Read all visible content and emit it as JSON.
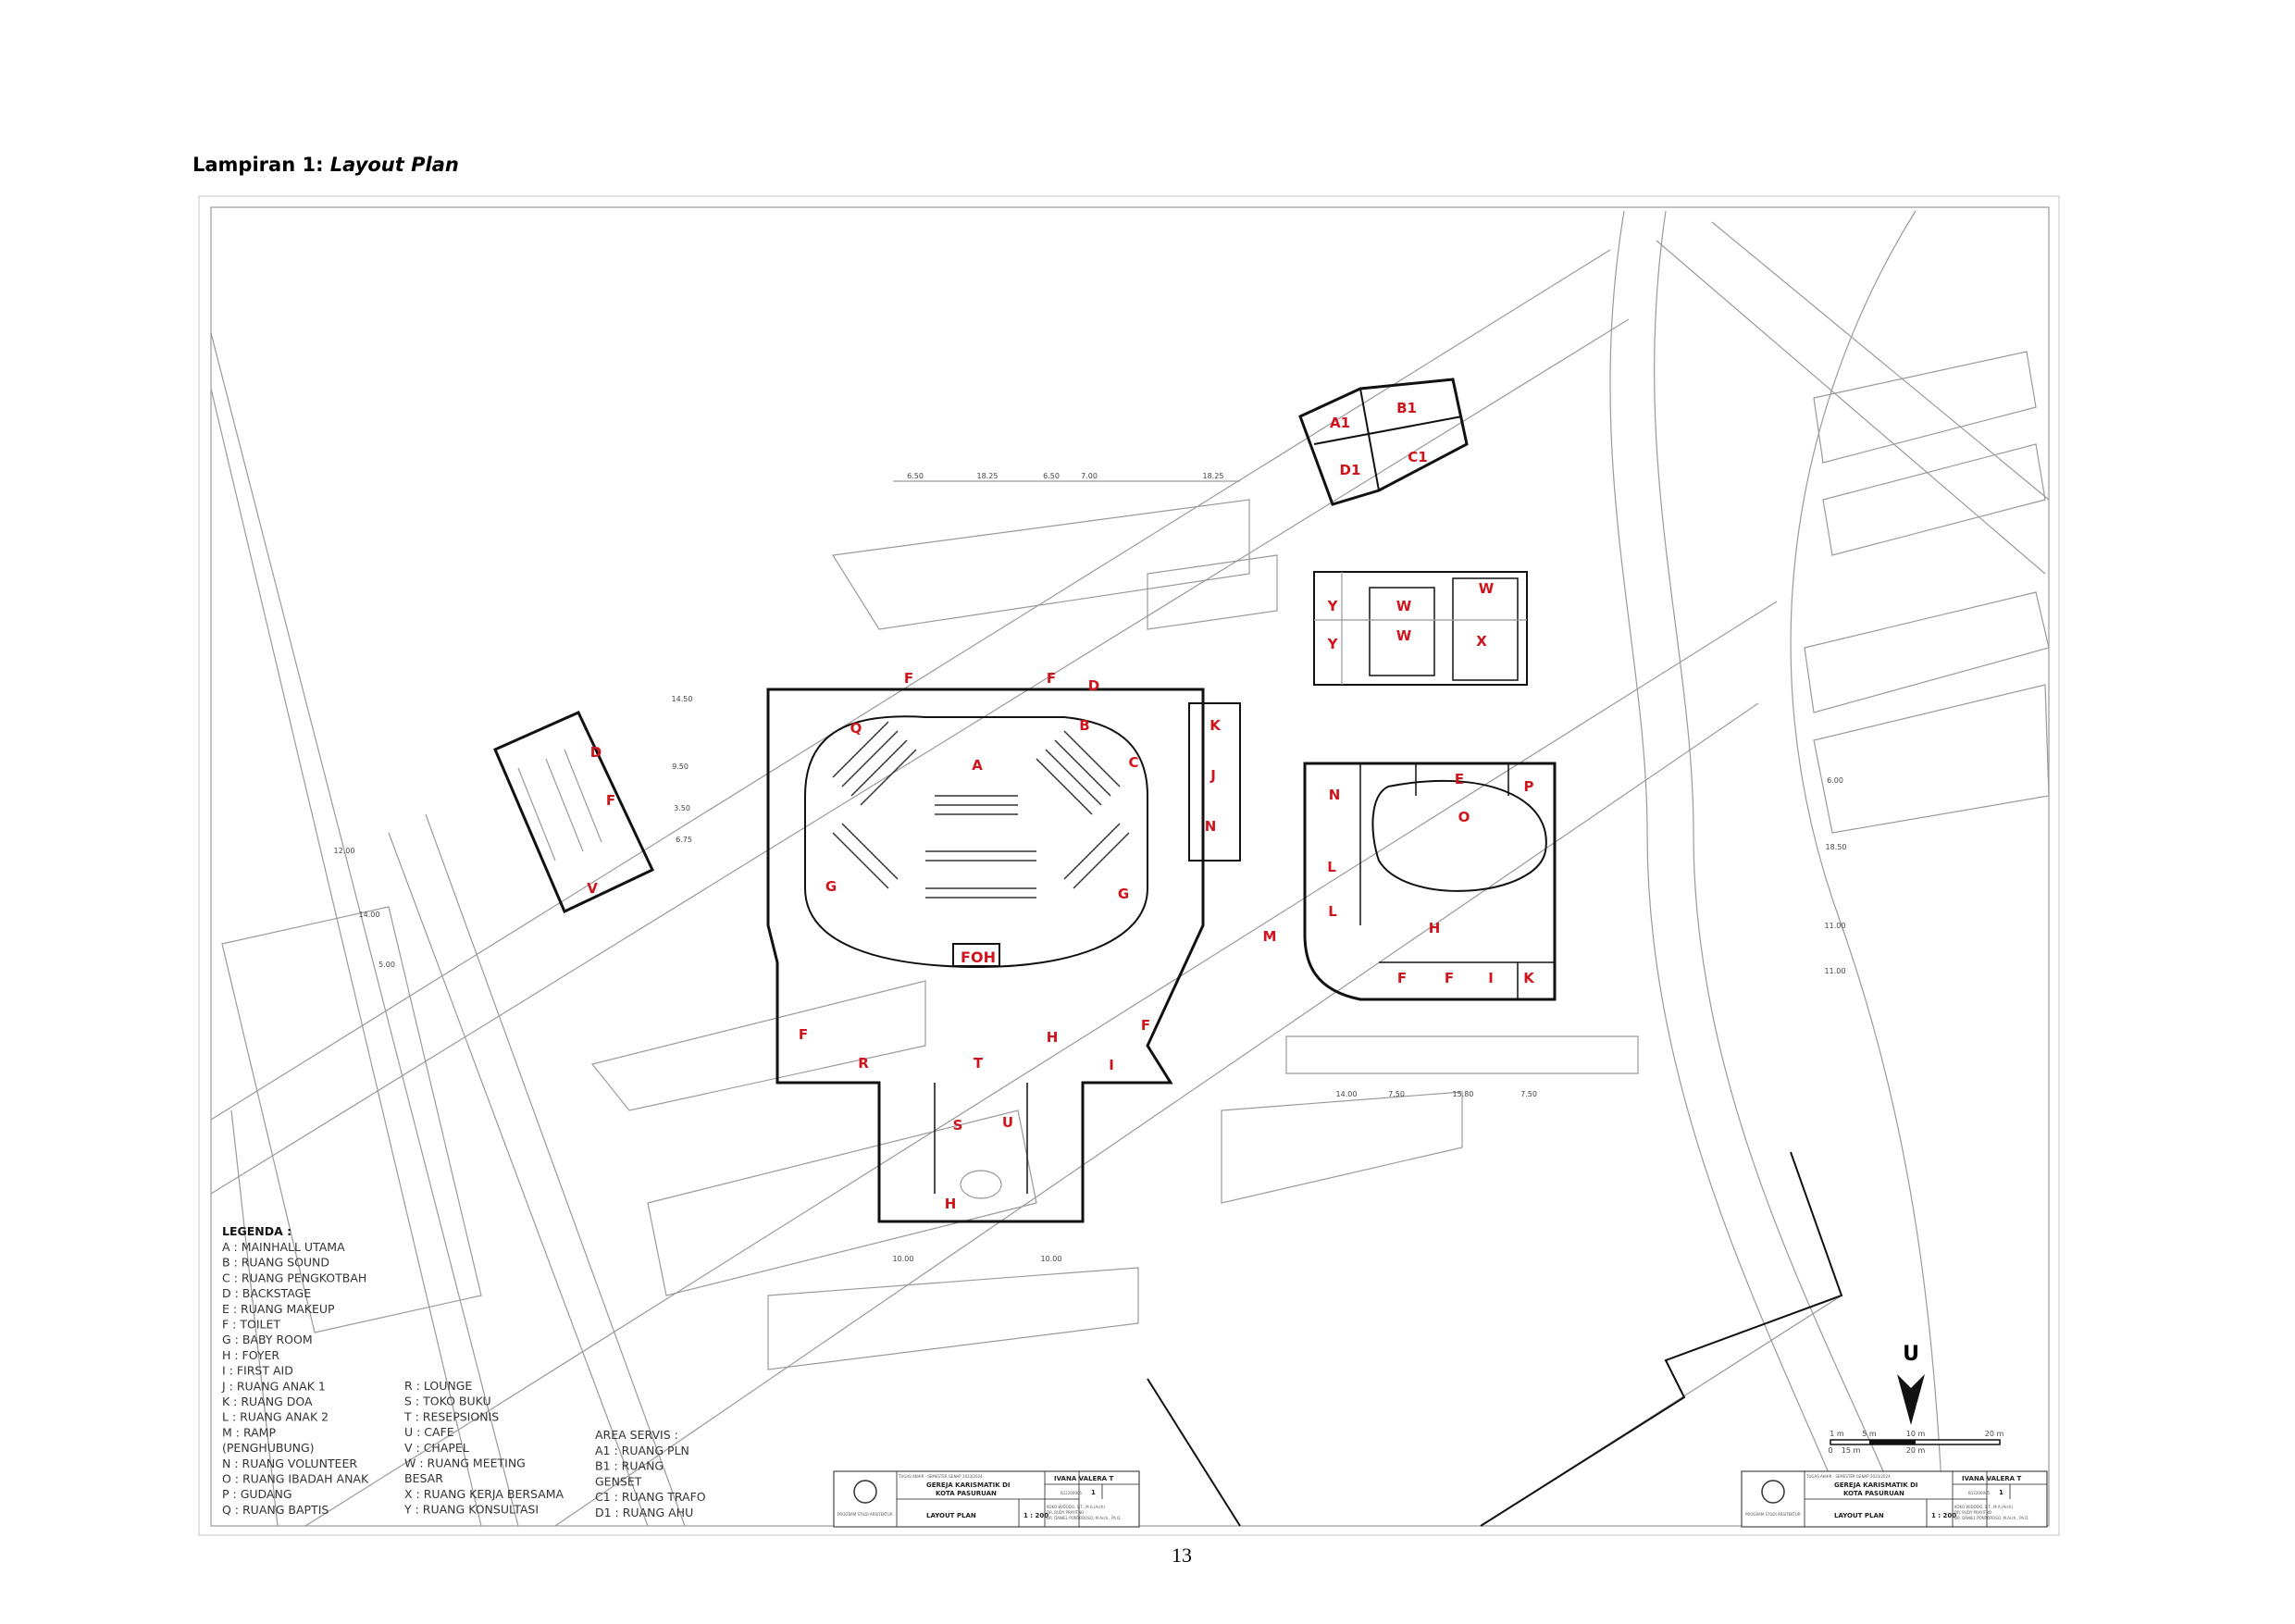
{
  "caption": {
    "prefix": "Lampiran 1: ",
    "italic": "Layout Plan"
  },
  "page_number": "13",
  "north": {
    "label": "U"
  },
  "scale_bar": {
    "labels": [
      "1 m",
      "5 m",
      "10 m",
      "20 m",
      "0",
      "15 m",
      "20 m"
    ]
  },
  "rooms": {
    "service": [
      "A1",
      "B1",
      "C1",
      "D1"
    ],
    "main": {
      "Q": "Q",
      "A": "A",
      "B": "B",
      "C": "C",
      "D": "D",
      "F1": "F",
      "F2": "F",
      "K": "K",
      "J": "J",
      "N": "N",
      "G1": "G",
      "G2": "G",
      "FOH": "FOH",
      "H1": "H",
      "F3": "F",
      "F4": "F",
      "R": "R",
      "I": "I",
      "T": "T",
      "S": "S",
      "U": "U",
      "H2": "H",
      "M": "M"
    },
    "east": {
      "N": "N",
      "E": "E",
      "P": "P",
      "O": "O",
      "L1": "L",
      "L2": "L",
      "H": "H",
      "F1": "F",
      "F2": "F",
      "I": "I",
      "K": "K"
    },
    "office": {
      "W1": "W",
      "W2": "W",
      "W3": "W",
      "X": "X",
      "Y1": "Y",
      "Y2": "Y"
    },
    "chapel": {
      "D": "D",
      "F": "F",
      "V": "V"
    }
  },
  "dimensions": {
    "top": [
      "6.50",
      "18.25",
      "6.50",
      "7.00",
      "18.25"
    ],
    "right": [
      "6.00",
      "18.50",
      "11.00",
      "11.00"
    ],
    "bottom_east": [
      "14.00",
      "7.50",
      "15.80",
      "7.50"
    ],
    "bottom_main": [
      "10.00",
      "10.00"
    ],
    "left_site": [
      "12.00",
      "14.00",
      "5.00"
    ],
    "left_main": [
      "14.50",
      "9.50",
      "3.50",
      "6.75"
    ]
  },
  "legend": {
    "title": "LEGENDA :",
    "col1": [
      "A : MAINHALL UTAMA",
      "B : RUANG SOUND",
      "C : RUANG PENGKOTBAH",
      "D : BACKSTAGE",
      "E : RUANG MAKEUP",
      "F : TOILET",
      "G : BABY ROOM",
      "H : FOYER",
      "I : FIRST AID",
      "J : RUANG ANAK 1",
      "K : RUANG DOA",
      "L : RUANG ANAK 2",
      "M :                RAMP",
      "(PENGHUBUNG)",
      "N : RUANG VOLUNTEER",
      "O : RUANG IBADAH ANAK",
      "P : GUDANG",
      "Q : RUANG BAPTIS"
    ],
    "col2": [
      "R : LOUNGE",
      "S : TOKO BUKU",
      "T : RESEPSIONIS",
      "U : CAFE",
      "V : CHAPEL",
      "W :      RUANG      MEETING",
      "BESAR",
      "X : RUANG KERJA BERSAMA",
      "Y : RUANG KONSULTASI"
    ],
    "col3_title": "AREA SERVIS :",
    "col3": [
      "A1 : RUANG PLN",
      "B1 :          RUANG",
      "GENSET",
      "C1 : RUANG TRAFO",
      "D1 : RUANG AHU"
    ]
  },
  "title_block": {
    "course": "TUGAS AKHIR - SEMESTER GENAP 2023/2024",
    "project": [
      "GEREJA KARISMATIK DI",
      "KOTA PASURUAN"
    ],
    "drawing": "LAYOUT PLAN",
    "scale": "1 : 200",
    "student": "IVANA VALERA T",
    "student_id": "B12200005",
    "sheet": "1",
    "program": "PROGRAM STUDI ARSITEKTUR",
    "advisors": [
      "KOKO WIDODO, S.T., M.A.(Arch)",
      "DR. RUDY PRAYITNO",
      "DR. DANIEL PONTOROSO, M.Arch., Ph.D."
    ]
  }
}
